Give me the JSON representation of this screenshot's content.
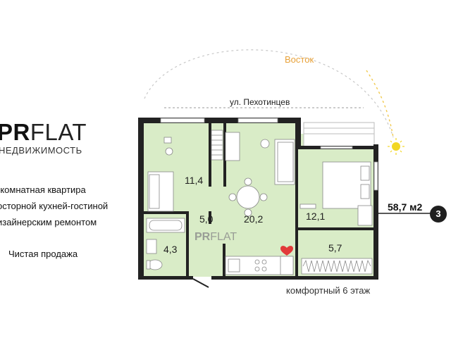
{
  "brand": {
    "logo_bold": "PR",
    "logo_light": "FLAT",
    "subtitle": "НЕДВИЖИМОСТЬ"
  },
  "description": [
    "-комнатная квартира",
    "осторной кухней-гостиной",
    "изайнерским ремонтом"
  ],
  "sale_type": "Чистая продажа",
  "plan": {
    "direction": "Восток",
    "street": "ул. Пехотинцев",
    "floor_note": "комфортный 6 этаж",
    "watermark_bold": "PR",
    "watermark_light": "FLAT",
    "rooms": [
      {
        "label": "11,4"
      },
      {
        "label": "5,0"
      },
      {
        "label": "20,2"
      },
      {
        "label": "12,1"
      },
      {
        "label": "4,3"
      },
      {
        "label": "5,7"
      }
    ]
  },
  "summary": {
    "area": "58,7 м2",
    "rooms_count": "3"
  },
  "colors": {
    "room_fill": "#d9ecc7",
    "wall": "#222222",
    "sun": "#f2d724",
    "accent": "#e8a23a",
    "heart": "#e23a3a"
  }
}
